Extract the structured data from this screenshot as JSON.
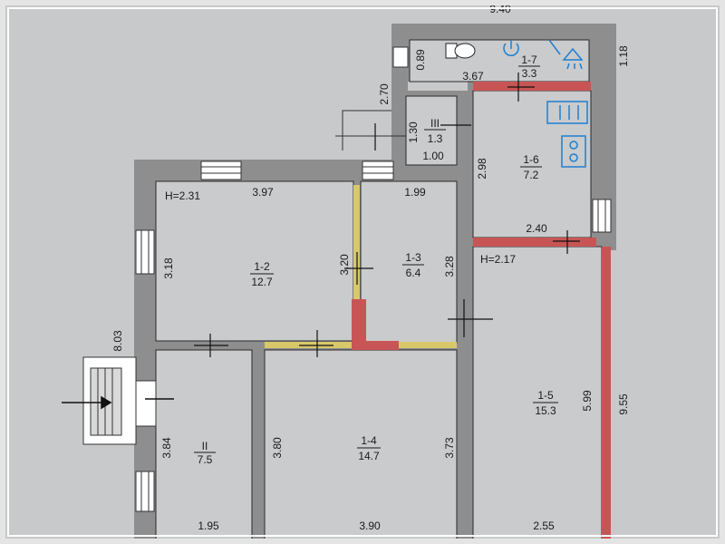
{
  "plan": {
    "colors": {
      "background": "#c7c9cb",
      "wall": "#8e8e8e",
      "room": "#c9cbcd",
      "red_wall": "#c85555",
      "yellow_wall": "#d8c86a",
      "frame": "#e4e4e4"
    },
    "ceiling_heights": {
      "left": "H=2.31",
      "right": "H=2.17"
    },
    "rooms": [
      {
        "id": "1-2",
        "area": "12.7"
      },
      {
        "id": "1-3",
        "area": "6.4"
      },
      {
        "id": "1-4",
        "area": "14.7"
      },
      {
        "id": "1-5",
        "area": "15.3"
      },
      {
        "id": "1-6",
        "area": "7.2"
      },
      {
        "id": "1-7",
        "area": "3.3"
      },
      {
        "id": "II",
        "area": "7.5"
      },
      {
        "id": "III",
        "area": "1.3"
      }
    ],
    "dimensions": {
      "top_cut": "9.40",
      "right_top": "1.18",
      "bath_left": "0.89",
      "bath_bottom": "3.67",
      "corridor_h": "2.70",
      "corr_left": "1.30",
      "corr_bottom": "1.00",
      "k_left": "2.98",
      "k_bottom": "2.40",
      "r2_top": "3.97",
      "r3_top": "1.99",
      "r2_left": "3.18",
      "r2_right": "3.20",
      "r3_right": "3.28",
      "outer_left": "8.03",
      "r5_right": "5.99",
      "outer_right": "9.55",
      "rII_left": "3.84",
      "r4_left": "3.80",
      "r4_right": "3.73",
      "rII_bottom": "1.95",
      "r4_bottom": "3.90",
      "r5_bottom": "2.55"
    }
  }
}
